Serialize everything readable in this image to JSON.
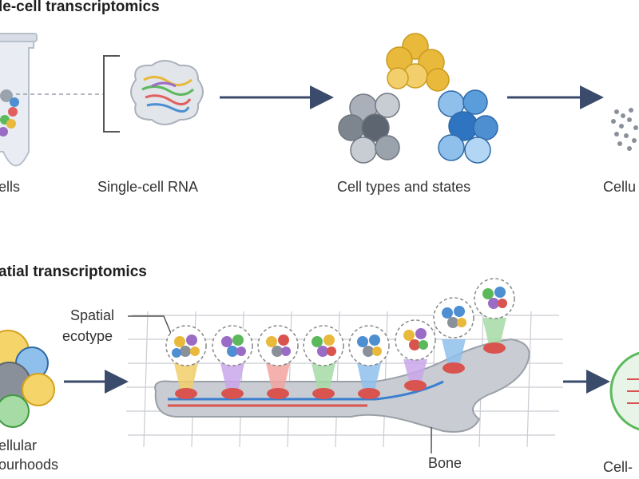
{
  "panels": {
    "top": {
      "heading": "le-cell transcriptomics",
      "labels": {
        "cells": "ells",
        "single_cell_rna": "Single-cell RNA",
        "cell_types": "Cell types and states",
        "cellular": "Cellu"
      }
    },
    "bottom": {
      "heading": "atial transcriptomics",
      "labels": {
        "spatial_ecotype_line1": "Spatial",
        "spatial_ecotype_line2": "ecotype",
        "cellular_line1": "ellular",
        "cellular_line2": "ourhoods",
        "bone": "Bone",
        "cell_right": "Cell-"
      }
    }
  },
  "colors": {
    "arrow": "#3b4b6b",
    "yellow": "#e8b93a",
    "blue": "#4d8fd1",
    "purple": "#9b6cc6",
    "red": "#d9534f",
    "green": "#5bb95b",
    "grey_cell": "#8a9099",
    "tissue": "#c9ccd2"
  }
}
